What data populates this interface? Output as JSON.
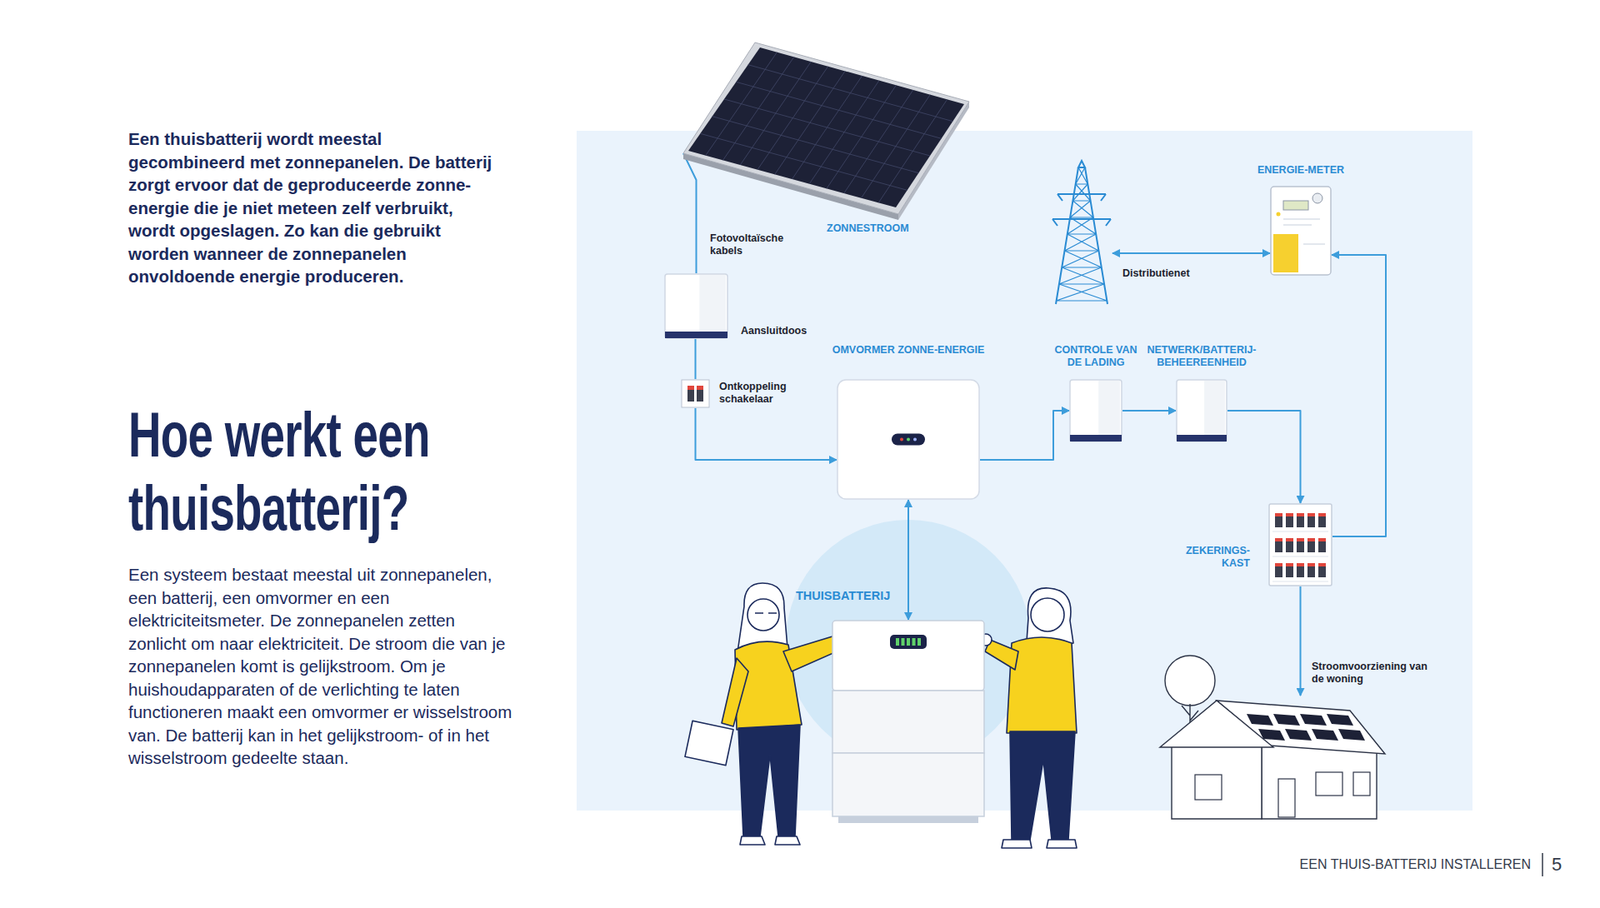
{
  "diagram": {
    "title": "Hoe werkt een thuisbatterij?",
    "nodes": [
      {
        "text": [
          "ZONNESTROOM"
        ]
      },
      {
        "text": [
          "Aansluitdoos"
        ]
      },
      {
        "text": [
          "Ontkoppeling schakelaar"
        ]
      },
      {
        "text": [
          "OMVORMER ZONNE-ENERGIE"
        ]
      },
      {
        "text": [
          "CONTROLE VAN DE LADING"
        ]
      },
      {
        "text": [
          "NETWERK/BATTERIJ- BEHEEREENHEID"
        ]
      },
      {
        "text": [
          "THUISBATTERIJ"
        ]
      },
      {
        "text": [
          "Distributienet"
        ]
      },
      {
        "text": [
          "ENERGIE-METER"
        ]
      },
      {
        "text": [
          "ZEKERINGS- KAST"
        ]
      },
      {
        "text": [
          "Stroomvoorziening van de woning"
        ]
      }
    ],
    "edges": [
      {
        "from": 0,
        "to": 1,
        "label": "Fotovoltaïsche kabels",
        "arrow": "none"
      },
      {
        "from": 1,
        "to": 2,
        "arrow": "none"
      },
      {
        "from": 2,
        "to": 3,
        "arrow": "to"
      },
      {
        "from": 3,
        "to": 6,
        "arrow": "both"
      },
      {
        "from": 3,
        "to": 4,
        "arrow": "to"
      },
      {
        "from": 4,
        "to": 5,
        "arrow": "to"
      },
      {
        "from": 5,
        "to": 9,
        "arrow": "to"
      },
      {
        "from": 9,
        "to": 10,
        "arrow": "to"
      },
      {
        "from": 9,
        "to": 8,
        "arrow": "to"
      },
      {
        "from": 8,
        "to": 7,
        "arrow": "both"
      }
    ],
    "labels": [
      "Een thuisbatterij wordt meestal gecombineerd met zonnepanelen. De batterij zorgt ervoor dat de geproduceerde zonne-energie die je niet meteen zelf verbruikt, wordt opgeslagen. Zo kan die gebruikt worden wanneer de zonnepanelen onvoldoende energie produceren.",
      "Een systeem bestaat meestal uit zonnepanelen, een batterij, een omvormer en een elektriciteitsmeter. De zonnepanelen zetten zonlicht om naar elektriciteit. De stroom die van je zonnepanelen komt is gelijkstroom. Om je huishoudapparaten of de verlichting te laten functioneren maakt een omvormer er wisselstroom van. De batterij kan in het gelijkstroom- of in het wisselstroom gedeelte staan.",
      "EEN THUIS-BATTERIJ INSTALLEREN",
      "5"
    ]
  }
}
